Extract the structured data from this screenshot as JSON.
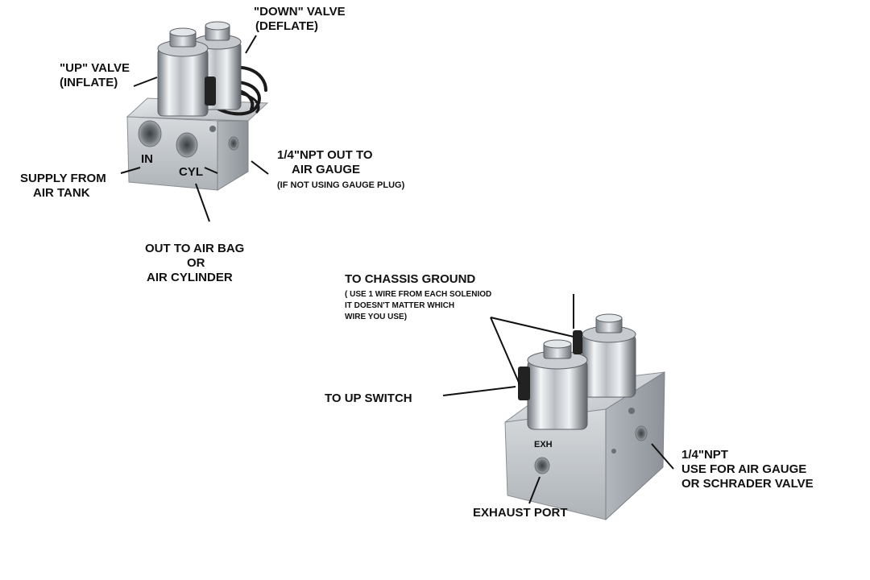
{
  "labels": {
    "down_valve": {
      "line1": "\"DOWN\" VALVE",
      "line2": "(DEFLATE)"
    },
    "up_valve": {
      "line1": "\"UP\" VALVE",
      "line2": "(INFLATE)"
    },
    "port_in": "IN",
    "port_cyl": "CYL",
    "supply": {
      "line1": "SUPPLY FROM",
      "line2": "AIR TANK"
    },
    "gauge_out": {
      "line1": "1/4\"NPT OUT TO",
      "line2": "AIR GAUGE",
      "line3": "(IF NOT USING GAUGE PLUG)"
    },
    "air_bag": {
      "line1": "OUT TO AIR BAG",
      "line2": "OR",
      "line3": "AIR CYLINDER"
    },
    "ground": {
      "title": "TO CHASSIS GROUND",
      "note1": "( USE 1 WIRE FROM EACH SOLENIOD",
      "note2": "IT DOESN'T MATTER WHICH",
      "note3": "WIRE YOU  USE)"
    },
    "up_switch": "TO UP SWITCH",
    "port_exh": "EXH",
    "npt_side": {
      "line1": "1/4\"NPT",
      "line2": "USE FOR AIR GAUGE",
      "line3": "OR SCHRADER VALVE"
    },
    "exhaust": "EXHAUST PORT"
  },
  "colors": {
    "text": "#111111",
    "background": "#ffffff",
    "aluminum": "#c9cdd1",
    "chrome": "#d8dbdf",
    "wire": "#1a1a1a"
  }
}
